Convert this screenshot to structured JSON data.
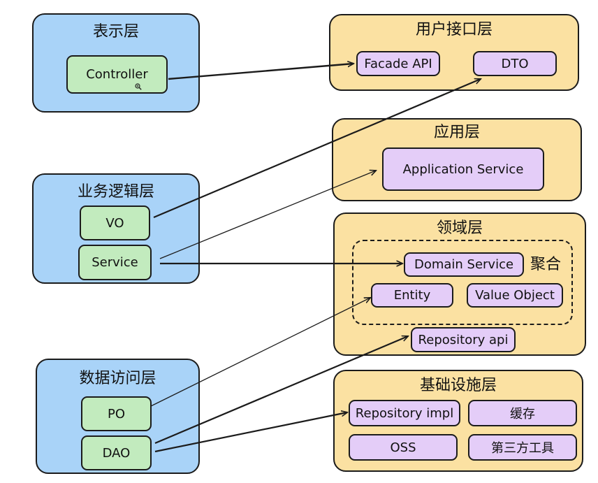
{
  "left": {
    "presentation": {
      "title": "表示层",
      "controller": "Controller"
    },
    "business": {
      "title": "业务逻辑层",
      "vo": "VO",
      "service": "Service"
    },
    "data_access": {
      "title": "数据访问层",
      "po": "PO",
      "dao": "DAO"
    }
  },
  "right": {
    "user_interface": {
      "title": "用户接口层",
      "facade_api": "Facade API",
      "dto": "DTO"
    },
    "application": {
      "title": "应用层",
      "application_service": "Application Service"
    },
    "domain": {
      "title": "领域层",
      "aggregate_label": "聚合",
      "domain_service": "Domain Service",
      "entity": "Entity",
      "value_object": "Value Object",
      "repository_api": "Repository api"
    },
    "infrastructure": {
      "title": "基础设施层",
      "repository_impl": "Repository impl",
      "cache": "缓存",
      "oss": "OSS",
      "third_party_tools": "第三方工具"
    }
  },
  "colors": {
    "left_panel": "#a9d3f8",
    "right_panel": "#fbe1a2",
    "left_item": "#c2ebbe",
    "right_item": "#e4cdf8",
    "stroke": "#1b1b1b"
  },
  "icons": {
    "cursor": "zoom-cursor-icon"
  }
}
